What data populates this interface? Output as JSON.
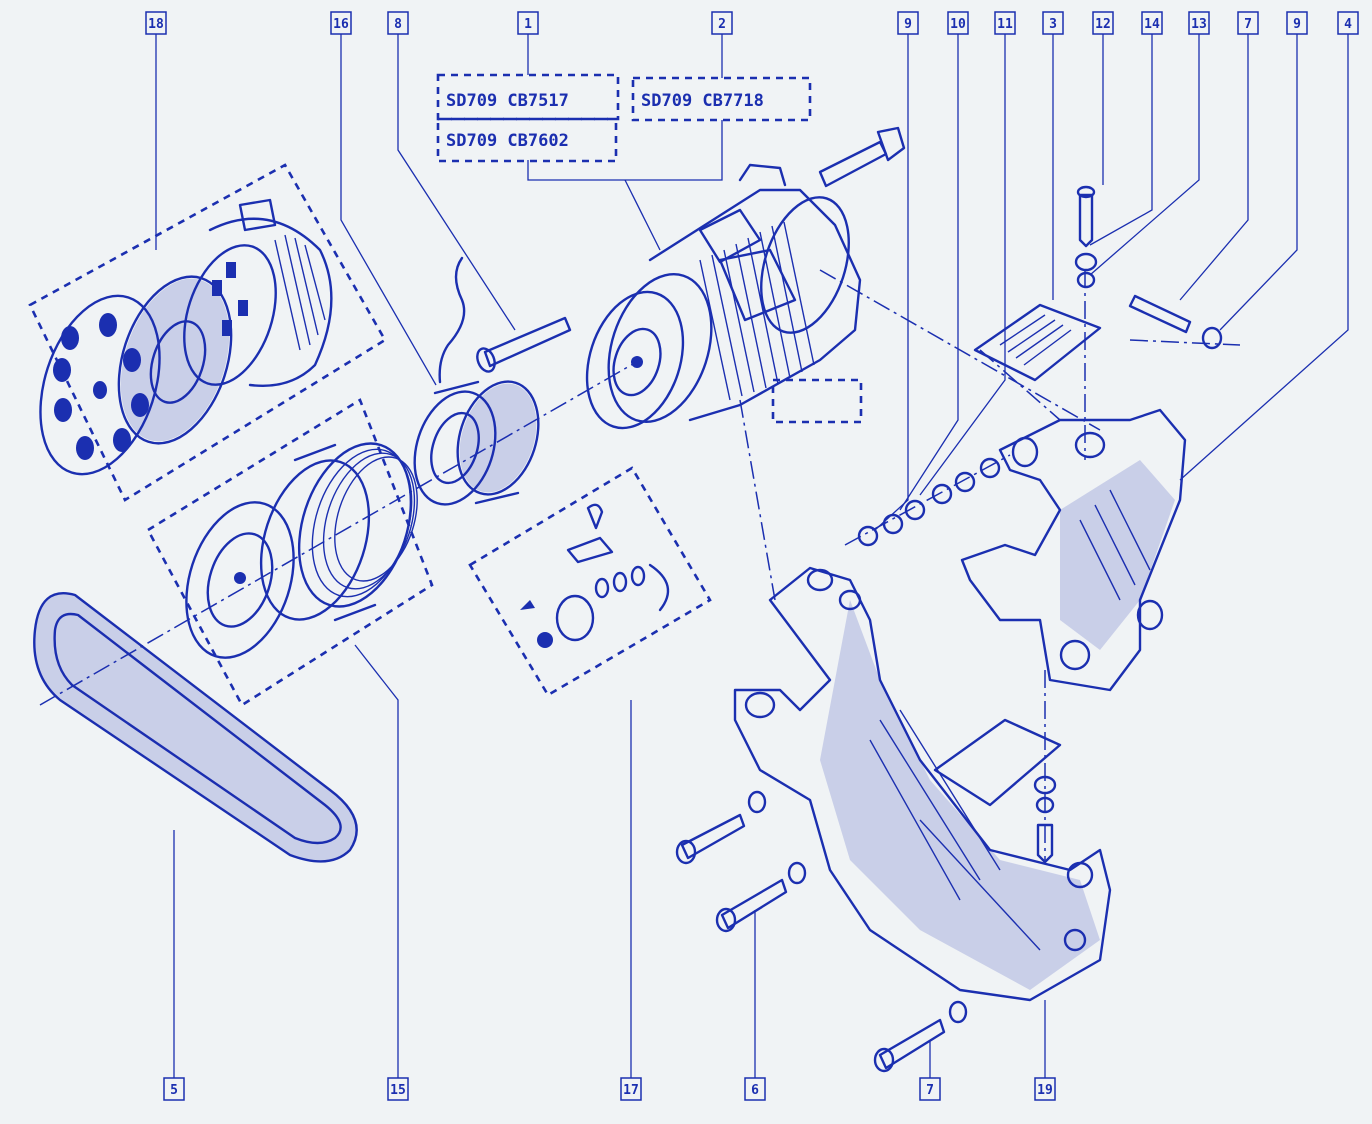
{
  "callouts": {
    "c18": "18",
    "c16": "16",
    "c8": "8",
    "c1": "1",
    "c2": "2",
    "c9a": "9",
    "c10": "10",
    "c11": "11",
    "c3": "3",
    "c12": "12",
    "c14": "14",
    "c13": "13",
    "c7a": "7",
    "c9b": "9",
    "c4": "4",
    "c5": "5",
    "c15": "15",
    "c17": "17",
    "c6": "6",
    "c7b": "7",
    "c19": "19"
  },
  "references": {
    "r1": "SD709 CB7517",
    "r2": "SD709 CB7718",
    "r3": "SD709 CB7602"
  },
  "colors": {
    "ink": "#1b2fb0",
    "paper": "#f0f3f5"
  }
}
